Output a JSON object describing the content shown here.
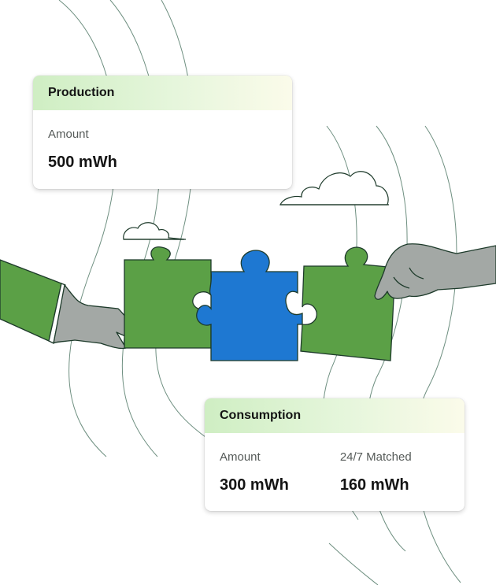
{
  "production": {
    "title": "Production",
    "amount_label": "Amount",
    "amount_value": "500 mWh"
  },
  "consumption": {
    "title": "Consumption",
    "amount_label": "Amount",
    "amount_value": "300 mWh",
    "matched_label": "24/7 Matched",
    "matched_value": "160 mWh"
  },
  "colors": {
    "puzzle_green": "#5ba046",
    "puzzle_blue": "#1e78d2",
    "outline": "#1d3a2a",
    "hand_gray": "#a3a8a5",
    "sleeve_green": "#5ba046",
    "header_gradient_start": "#cfeec3",
    "header_gradient_end": "#fbfbea"
  }
}
